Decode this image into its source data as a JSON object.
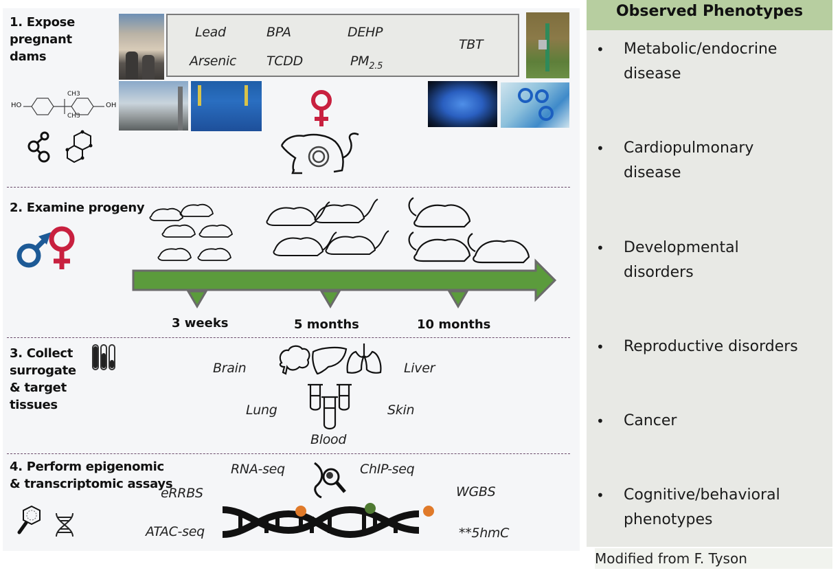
{
  "steps": {
    "step1": {
      "lines": [
        "1. Expose",
        "pregnant",
        "dams"
      ]
    },
    "step2": {
      "label": "2. Examine progeny"
    },
    "step3": {
      "lines": [
        "3. Collect",
        "surrogate",
        "& target",
        "tissues"
      ]
    },
    "step4": {
      "lines": [
        "4. Perform epigenomic",
        "& transcriptomic assays"
      ]
    }
  },
  "exposures": {
    "chemicals": [
      "Lead",
      "BPA",
      "DEHP",
      "Arsenic",
      "TCDD",
      "TBT"
    ],
    "pm": {
      "base": "PM",
      "sub": "2.5"
    }
  },
  "chemical_structure": {
    "left_group": "HO",
    "right_group": "OH",
    "top": "CH3",
    "bottom": "CH3"
  },
  "timepoints": [
    "3 weeks",
    "5 months",
    "10 months"
  ],
  "tissues": {
    "brain": "Brain",
    "liver": "Liver",
    "lung": "Lung",
    "skin": "Skin",
    "blood": "Blood"
  },
  "assays": {
    "rnaseq": "RNA-seq",
    "chipseq": "ChIP-seq",
    "errbs": "eRRBS",
    "wgbs": "WGBS",
    "atacseq": "ATAC-seq",
    "hmc": "**5hmC"
  },
  "phenotypes": {
    "title": "Observed Phenotypes",
    "items": [
      [
        "Metabolic/endocrine",
        "disease"
      ],
      [
        "Cardiopulmonary",
        "disease"
      ],
      [
        "Developmental",
        "disorders"
      ],
      [
        "Reproductive disorders"
      ],
      [
        "Cancer"
      ],
      [
        "Cognitive/behavioral",
        "phenotypes"
      ]
    ],
    "bullet": "•"
  },
  "credit": "Modified from F. Tyson",
  "colors": {
    "female": "#c8203f",
    "male": "#1d5a96",
    "arrow_fill": "#5b9b3c",
    "arrow_stroke": "#6a6a6a",
    "header_green": "#b7cea0",
    "dot_orange": "#e07a2a",
    "dot_green": "#4f7a32"
  }
}
